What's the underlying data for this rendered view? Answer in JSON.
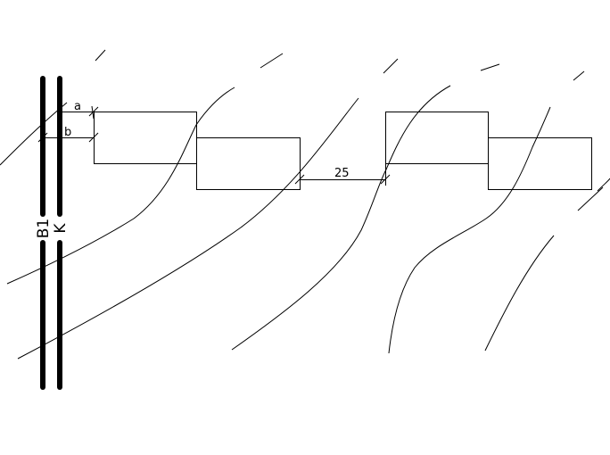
{
  "labels": {
    "dim_a": "a",
    "dim_b": "b",
    "dim_gap": "25",
    "line_b1": "B1",
    "line_k": "K"
  },
  "colors": {
    "ink": "#000000",
    "background": "#ffffff"
  }
}
